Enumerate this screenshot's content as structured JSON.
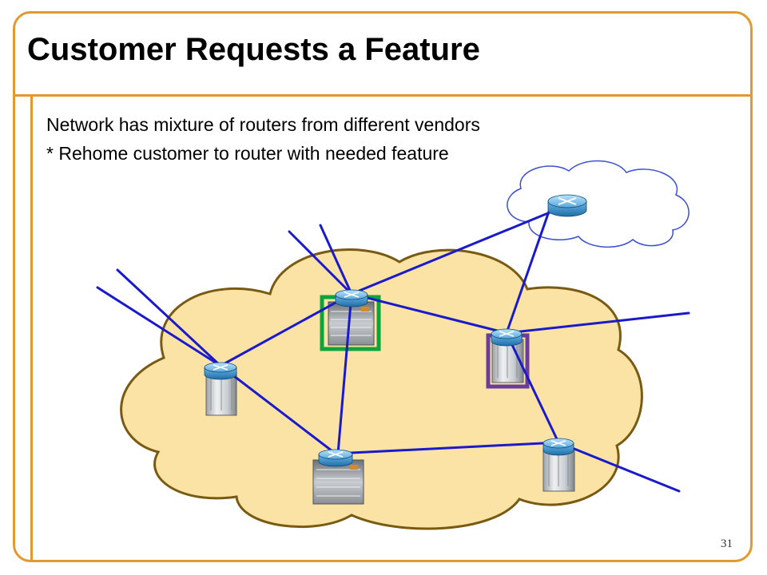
{
  "slide": {
    "title": "Customer Requests a Feature",
    "bullets": [
      "Network has mixture of routers from different vendors",
      "* Rehome customer to router with needed feature"
    ],
    "page_number": "31"
  },
  "colors": {
    "frame": "#e29a2e",
    "network_cloud_fill": "#fbe3a5",
    "network_cloud_stroke": "#7a5a12",
    "customer_cloud_stroke": "#3a50d0",
    "link": "#1a1acc",
    "current_router_highlight": "#6a3d9a",
    "target_router_highlight": "#0aa63c"
  },
  "diagram": {
    "nodes": [
      {
        "id": "router-left",
        "chassis": "tall"
      },
      {
        "id": "router-top",
        "chassis": "wide",
        "highlight": "target"
      },
      {
        "id": "router-right",
        "chassis": "tall",
        "highlight": "current"
      },
      {
        "id": "router-bottom-left",
        "chassis": "wide"
      },
      {
        "id": "router-bottom-right",
        "chassis": "tall"
      },
      {
        "id": "router-customer",
        "chassis": "none"
      }
    ],
    "links": [
      [
        "router-left",
        "router-top"
      ],
      [
        "router-left",
        "router-bottom-left"
      ],
      [
        "router-top",
        "router-bottom-left"
      ],
      [
        "router-top",
        "router-right"
      ],
      [
        "router-top",
        "router-customer"
      ],
      [
        "router-right",
        "router-customer"
      ],
      [
        "router-right",
        "router-bottom-right"
      ],
      [
        "router-bottom-left",
        "router-bottom-right"
      ]
    ]
  }
}
